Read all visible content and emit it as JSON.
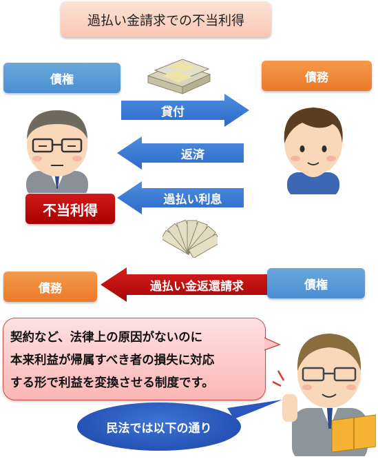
{
  "title": "過払い金請求での不当利得",
  "top": {
    "left_label": "債権",
    "right_label": "債務",
    "arrows": [
      "貸付",
      "返済",
      "過払い利息"
    ],
    "badge": "不当利得"
  },
  "bottom": {
    "left_label": "債務",
    "right_label": "債権",
    "arrow": "過払い金返還請求"
  },
  "speech": {
    "lines": [
      "契約など、法律上の原因がないのに",
      "本来利益が帰属すべき者の損失に対応",
      "する形で利益を変換させる制度です。"
    ]
  },
  "callout": "民法では以下の通り",
  "icons": [
    "businessman-glasses",
    "young-man",
    "money-stack",
    "banknotes",
    "lecturer-with-book"
  ]
}
